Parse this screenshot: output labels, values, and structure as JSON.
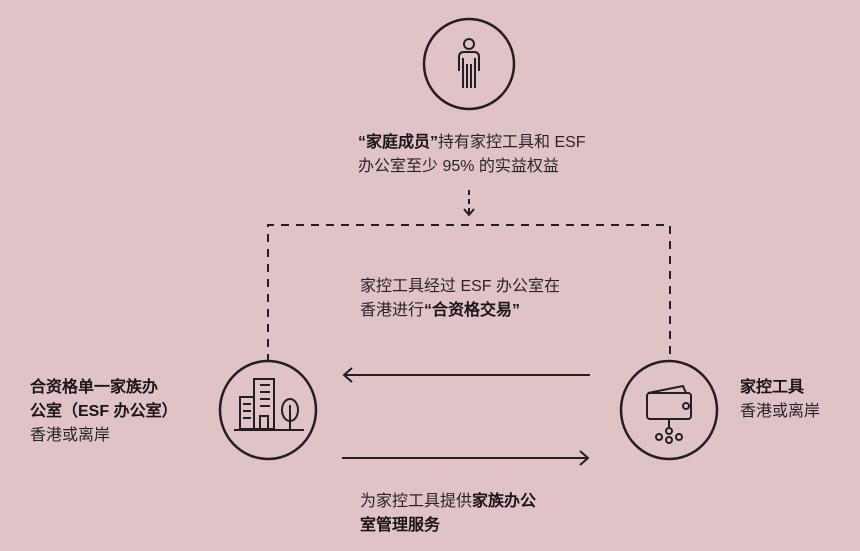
{
  "family_member": {
    "icon": "person-icon",
    "line1_bold": "“家庭成员”",
    "line1_rest": "持有家控工具和 ESF",
    "line2": "办公室至少 95% 的实益权益"
  },
  "transaction": {
    "line1": "家控工具经过 ESF 办公室在",
    "line2_plain": "香港进行",
    "line2_bold": "“合资格交易”"
  },
  "esf_office": {
    "icon": "office-building-icon",
    "line1": "合资格单一家族办",
    "line2": "公室（ESF 办公室）",
    "line3": "香港或离岸"
  },
  "fihv": {
    "icon": "wallet-network-icon",
    "line1": "家控工具",
    "line2": "香港或离岸"
  },
  "service": {
    "line1_plain": "为家控工具提供",
    "line1_bold": "家族办公",
    "line2_bold": "室管理服务"
  },
  "colors": {
    "background": "#e0c3c6",
    "stroke": "#231f20"
  }
}
